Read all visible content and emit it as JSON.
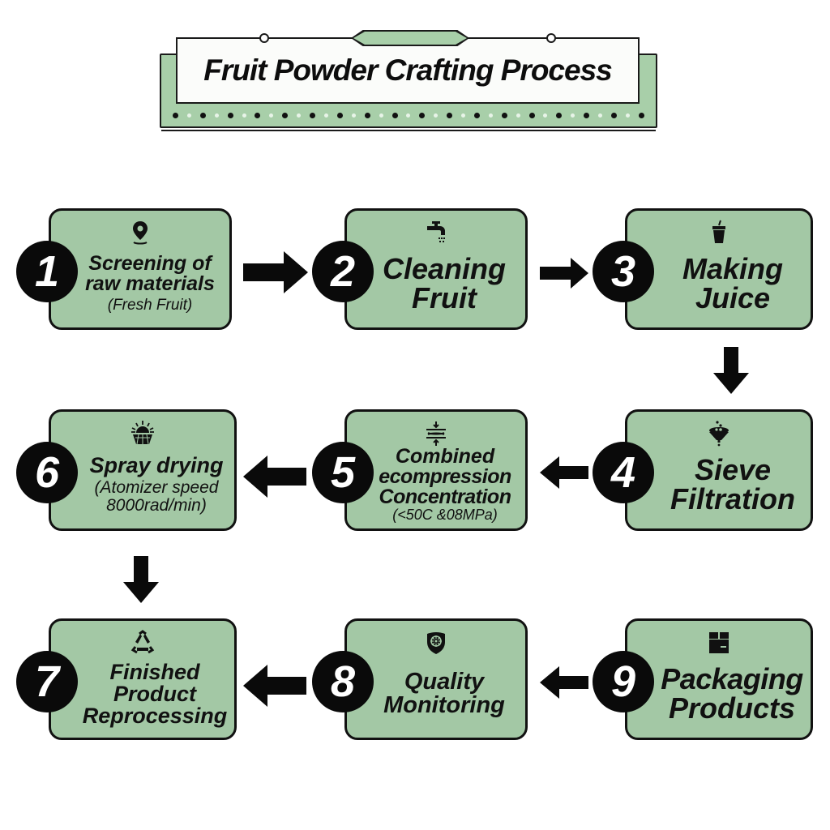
{
  "title": "Fruit Powder Crafting Process",
  "colors": {
    "box_fill": "#a3c8a5",
    "banner_green": "#a8cfa9",
    "badge": "#0a0a0a",
    "text": "#111111"
  },
  "steps": [
    {
      "number": "1",
      "title_lines": [
        "Screening of",
        "raw materials"
      ],
      "subtitle": "(Fresh Fruit)",
      "icon": "location-pin-icon"
    },
    {
      "number": "2",
      "title_lines": [
        "Cleaning",
        "Fruit"
      ],
      "subtitle": "",
      "icon": "faucet-icon"
    },
    {
      "number": "3",
      "title_lines": [
        "Making",
        "Juice"
      ],
      "subtitle": "",
      "icon": "juice-cup-icon"
    },
    {
      "number": "4",
      "title_lines": [
        "Sieve",
        "Filtration"
      ],
      "subtitle": "",
      "icon": "sieve-funnel-icon"
    },
    {
      "number": "5",
      "title_lines": [
        "Combined",
        "ecompression",
        "Concentration"
      ],
      "subtitle": "(<50C &08MPa)",
      "icon": "compression-icon"
    },
    {
      "number": "6",
      "title_lines": [
        "Spray drying"
      ],
      "subtitle_lines": [
        "(Atomizer speed",
        "8000rad/min)"
      ],
      "icon": "sun-drying-icon"
    },
    {
      "number": "7",
      "title_lines": [
        "Finished",
        "Product",
        "Reprocessing"
      ],
      "subtitle": "",
      "icon": "recycle-icon"
    },
    {
      "number": "8",
      "title_lines": [
        "Quality",
        "Monitoring"
      ],
      "subtitle": "",
      "icon": "shield-gear-icon"
    },
    {
      "number": "9",
      "title_lines": [
        "Packaging",
        "Products"
      ],
      "subtitle": "",
      "icon": "box-package-icon"
    }
  ],
  "flow": [
    {
      "from": "1",
      "to": "2",
      "direction": "right"
    },
    {
      "from": "2",
      "to": "3",
      "direction": "right"
    },
    {
      "from": "3",
      "to": "4",
      "direction": "down"
    },
    {
      "from": "4",
      "to": "5",
      "direction": "left"
    },
    {
      "from": "5",
      "to": "6",
      "direction": "left"
    },
    {
      "from": "6",
      "to": "7",
      "direction": "down"
    },
    {
      "from": "9",
      "to": "8",
      "direction": "left"
    },
    {
      "from": "8",
      "to": "7",
      "direction": "left"
    }
  ]
}
